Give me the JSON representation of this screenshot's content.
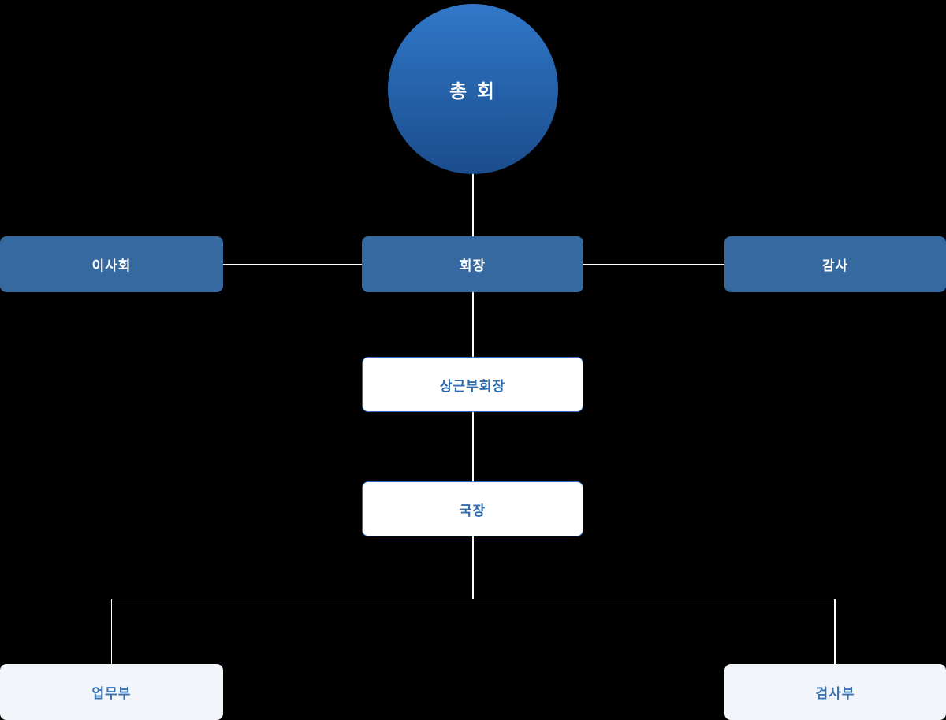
{
  "colors": {
    "background": "#000000",
    "circle_gradient_top": "#3078C8",
    "circle_gradient_bottom": "#1B4C8C",
    "circle_text": "#FFFFFF",
    "solid_box_bg": "#36699F",
    "solid_box_text": "#FFFFFF",
    "outline_box_bg": "#FFFFFF",
    "outline_box_border": "#2F6EB3",
    "outline_box_text": "#2D6CB0",
    "light_box_bg": "#F2F6FA",
    "light_box_text": "#3A72AD",
    "connector": "#FFFFFF"
  },
  "org_chart": {
    "root": {
      "label": "총 회"
    },
    "level2": [
      {
        "label": "이사회"
      },
      {
        "label": "회장"
      },
      {
        "label": "감사"
      }
    ],
    "level3": {
      "label": "상근부회장"
    },
    "level4": {
      "label": "국장"
    },
    "level5": [
      {
        "label": "업무부"
      },
      {
        "label": "검사부"
      }
    ]
  }
}
